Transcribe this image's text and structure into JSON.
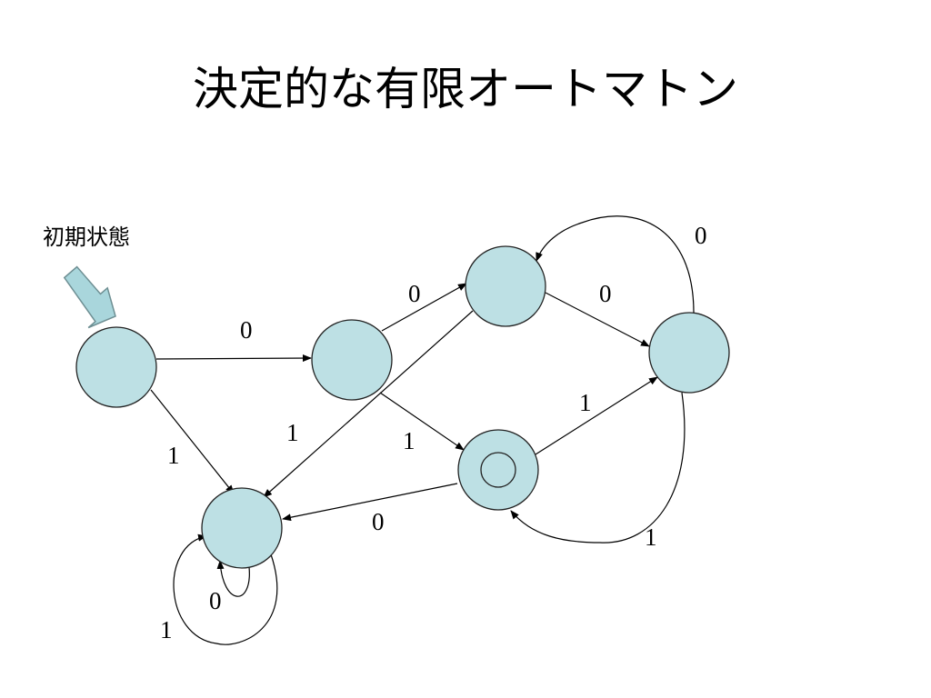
{
  "title": "決定的な有限オートマトン",
  "start_label": "初期状態",
  "colors": {
    "state_fill": "#bde0e4",
    "state_stroke": "#222222",
    "arrow_fill": "#a9d6dc"
  },
  "states": [
    {
      "id": "q0",
      "role": "initial"
    },
    {
      "id": "q1"
    },
    {
      "id": "q2"
    },
    {
      "id": "q3"
    },
    {
      "id": "q4",
      "role": "accepting"
    },
    {
      "id": "q5"
    }
  ],
  "transitions": [
    {
      "id": "t-q0-q1",
      "symbol": "0"
    },
    {
      "id": "t-q0-q3",
      "symbol": "1"
    },
    {
      "id": "t-q1-q2",
      "symbol": "0"
    },
    {
      "id": "t-q1-q4",
      "symbol": "1"
    },
    {
      "id": "t-q2-q5",
      "symbol": "0"
    },
    {
      "id": "t-q2-q3",
      "symbol": "1"
    },
    {
      "id": "t-q4-q5",
      "symbol": "1"
    },
    {
      "id": "t-q4-q3",
      "symbol": "0"
    },
    {
      "id": "t-q5-q2",
      "symbol": "0"
    },
    {
      "id": "t-q5-q4",
      "symbol": "1"
    },
    {
      "id": "t-q3-q3-inner",
      "symbol": "0"
    },
    {
      "id": "t-q3-q3-outer",
      "symbol": "1"
    }
  ]
}
